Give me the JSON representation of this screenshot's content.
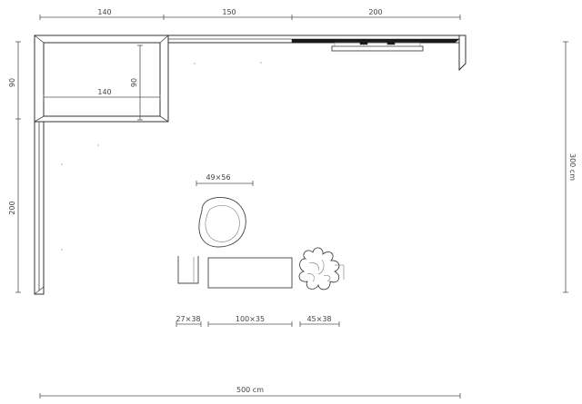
{
  "dimensions": {
    "top_left": "140",
    "top_middle": "150",
    "top_right": "200",
    "left_upper": "90",
    "left_lower": "200",
    "right_total": "300 cm",
    "bottom_total": "500 cm",
    "shelf_width": "140",
    "shelf_height": "90",
    "chair": "49×56",
    "side_table": "27×38",
    "sofa": "100×35",
    "plant": "45×38"
  }
}
